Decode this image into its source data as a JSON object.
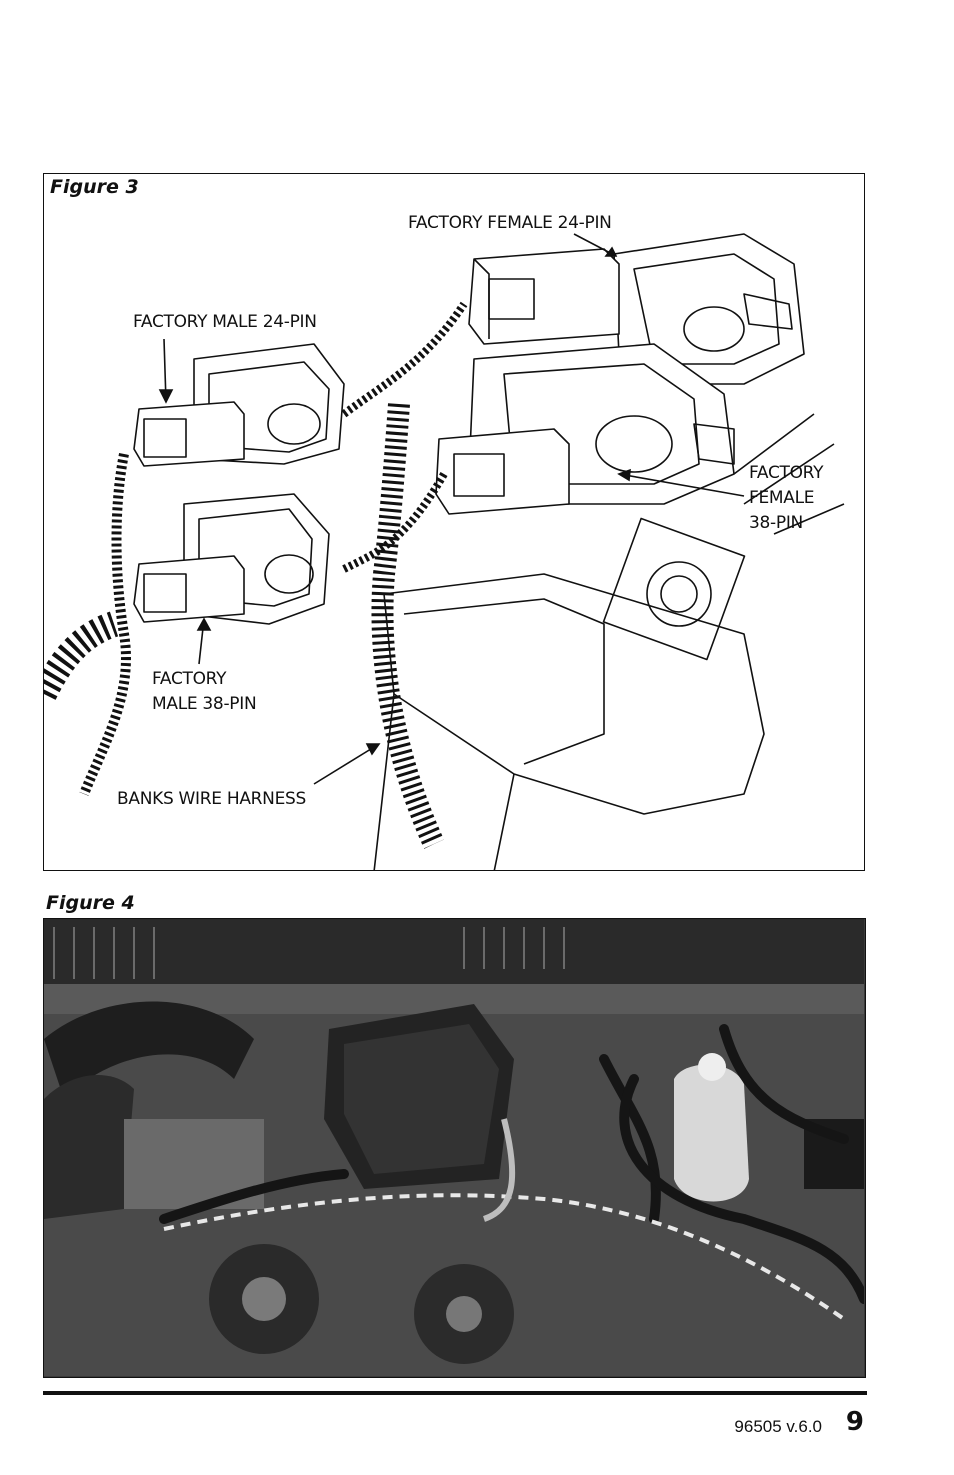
{
  "figure3": {
    "title": "Figure 3",
    "labels": {
      "female_24": "FACTORY FEMALE 24-PIN",
      "male_24": "FACTORY MALE 24-PIN",
      "female_38_line1": "FACTORY",
      "female_38_line2": "FEMALE",
      "female_38_line3": "38-PIN",
      "male_38_line1": "FACTORY",
      "male_38_line2": "MALE 38-PIN",
      "harness": "BANKS WIRE HARNESS"
    }
  },
  "figure4": {
    "title": "Figure 4"
  },
  "footer": {
    "doc_id": "96505 v.6.0",
    "page_number": "9"
  }
}
